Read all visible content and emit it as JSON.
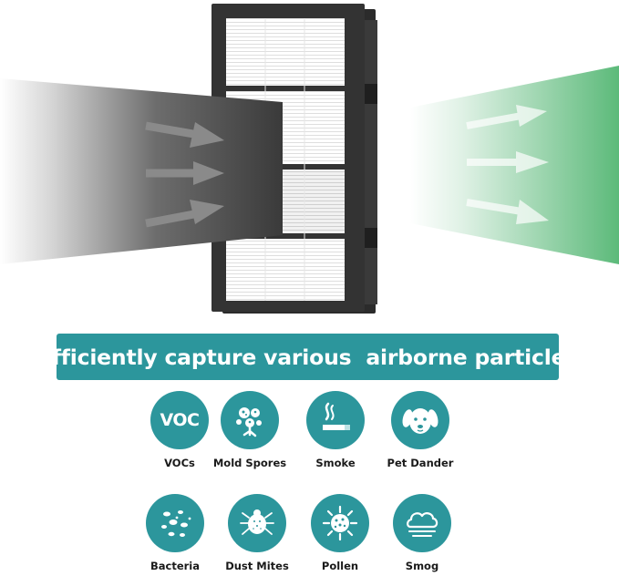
{
  "theme": {
    "teal": "#2c969c",
    "green": "#5cba7a",
    "dark": "#2b2b2b",
    "white": "#ffffff"
  },
  "banner": {
    "text": "Efficiently capture various  airborne particles"
  },
  "particles": [
    {
      "id": "vocs",
      "label": "VOCs",
      "icon": "voc-text-icon",
      "icon_text": "VOC"
    },
    {
      "id": "mold-spores",
      "label": "Mold Spores",
      "icon": "mold-spores-icon"
    },
    {
      "id": "smoke",
      "label": "Smoke",
      "icon": "cigarette-smoke-icon"
    },
    {
      "id": "pet-dander",
      "label": "Pet Dander",
      "icon": "dog-face-icon"
    },
    {
      "id": "bacteria",
      "label": "Bacteria",
      "icon": "bacteria-icon"
    },
    {
      "id": "dust-mites",
      "label": "Dust Mites",
      "icon": "dust-mite-icon"
    },
    {
      "id": "pollen",
      "label": "Pollen",
      "icon": "pollen-icon"
    },
    {
      "id": "smog",
      "label": "Smog",
      "icon": "smog-cloud-icon"
    }
  ],
  "hero": {
    "product": "hepa-filter",
    "inflow_arrows": 3,
    "outflow_arrows": 3
  }
}
